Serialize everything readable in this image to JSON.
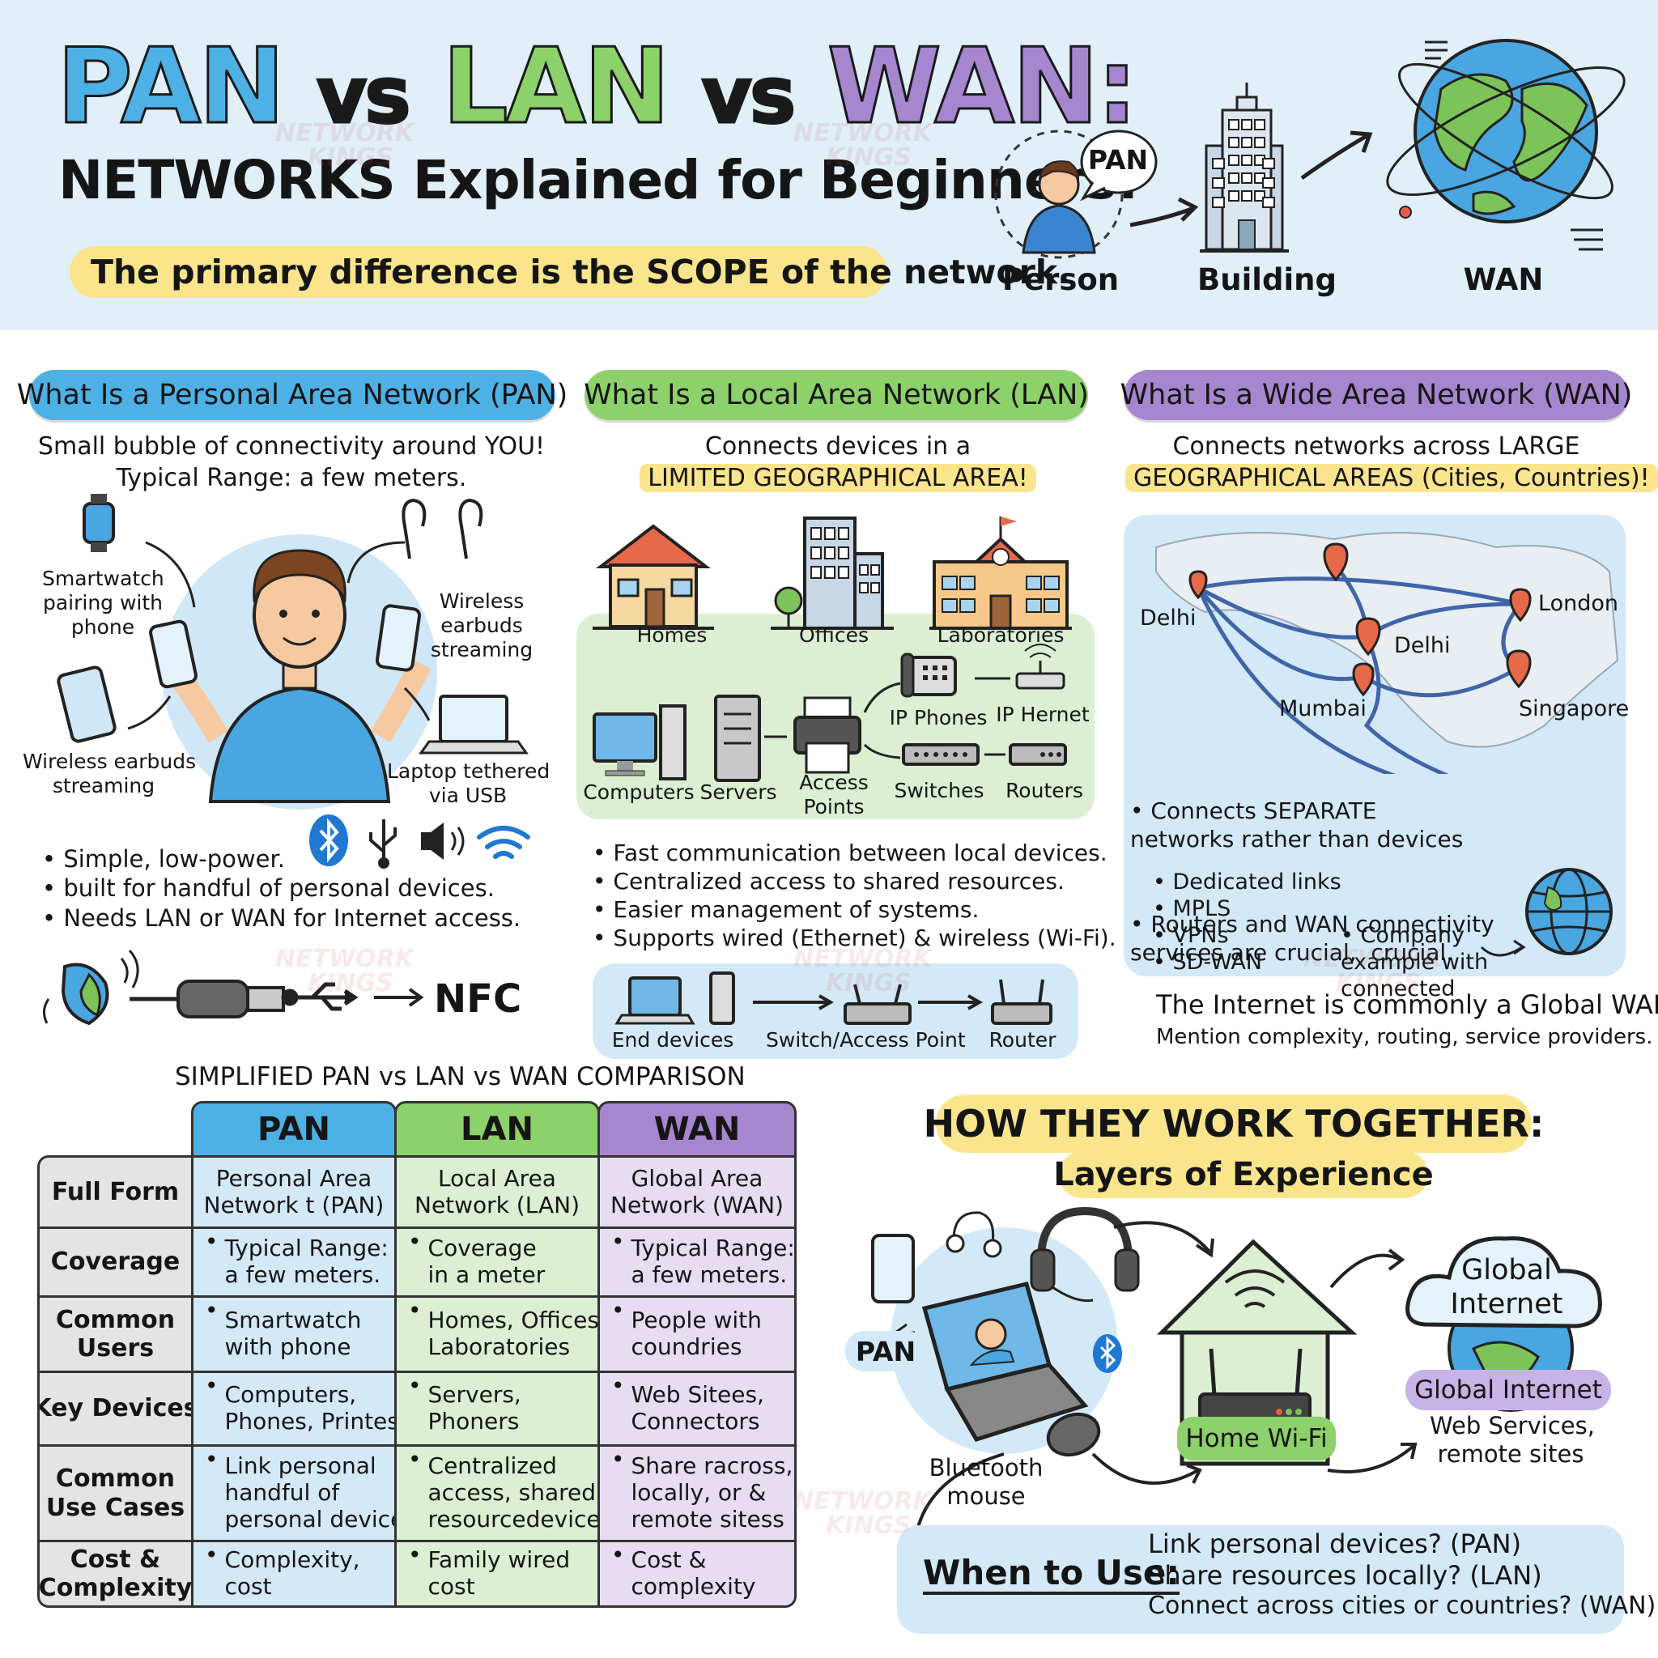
{
  "header": {
    "title_pan": "PAN",
    "title_vs1": "vs",
    "title_lan": "LAN",
    "title_vs2": "vs",
    "title_wan": "WAN:",
    "subtitle": "NETWORKS Explained for Beginners!",
    "tagline": "The primary difference is the SCOPE of the network.",
    "pan_bubble": "PAN",
    "label_person": "Person",
    "label_building": "Building",
    "label_wan": "WAN"
  },
  "pan": {
    "heading": "What Is a Personal Area Network (PAN)",
    "desc1": "Small bubble of connectivity around YOU!",
    "desc2": "Typical Range: a few meters.",
    "label_smartwatch": "Smartwatch\npairing with\nphone",
    "label_earbuds": "Wireless\nearbuds\nstreaming",
    "label_tablet": "Wireless earbuds\nstreaming",
    "label_laptop": "Laptop tethered\nvia USB",
    "bullets": [
      "Simple, low-power.",
      "built for handful of personal devices.",
      "Needs LAN or WAN for Internet access."
    ],
    "nfc": "NFC"
  },
  "lan": {
    "heading": "What Is a Local Area Network (LAN)",
    "desc1": "Connects devices in a",
    "desc2": "LIMITED GEOGRAPHICAL AREA!",
    "label_homes": "Homes",
    "label_offices": "Offices",
    "label_labs": "Laboratories",
    "label_computers": "Computers",
    "label_servers": "Servers",
    "label_ap": "Access\nPoints",
    "label_ipphones": "IP Phones",
    "label_iphernet": "IP Hernet",
    "label_switches": "Switches",
    "label_routers": "Routers",
    "bullets": [
      "Fast communication between local devices.",
      "Centralized access to shared resources.",
      "Easier management of systems.",
      "Supports wired (Ethernet) & wireless (Wi-Fi)."
    ],
    "flow_end": "End devices",
    "flow_switch": "Switch/Access Point",
    "flow_router": "Router"
  },
  "wan": {
    "heading": "What Is a Wide Area Network (WAN)",
    "desc1": "Connects networks across LARGE",
    "desc2": "GEOGRAPHICAL AREAS (Cities, Countries)!",
    "city_delhi_w": "Delhi",
    "city_delhi": "Delhi",
    "city_london": "London",
    "city_mumbai": "Mumbai",
    "city_singapore": "Singapore",
    "bullets": [
      "Connects SEPARATE\nnetworks rather than devices",
      "Routers and WAN connectivity\nservices are crucial,  crucial."
    ],
    "links": [
      "Dedicated links",
      "MPLS",
      "VPNs",
      "SD-WAN"
    ],
    "company": "Company\nexample with\nconnected",
    "note1": "The Internet is commonly a Global WAN!",
    "note2": "Mention complexity, routing, service providers."
  },
  "table": {
    "title": "SIMPLIFIED PAN vs LAN vs WAN COMPARISON",
    "cols": [
      "PAN",
      "LAN",
      "WAN"
    ],
    "rows": [
      {
        "label": "Full Form",
        "cells": [
          "Personal Area\nNetwork t (PAN)",
          "Local Area\nNetwork (LAN)",
          "Global Area\nNetwork (WAN)"
        ]
      },
      {
        "label": "Coverage",
        "cells": [
          "Typical Range:\na few meters.",
          "Coverage\nin a meter",
          "Typical Range:\na few meters."
        ]
      },
      {
        "label": "Common\nUsers",
        "cells": [
          "Smartwatch\nwith phone",
          "Homes, Offices,\nLaboratories",
          "People with\ncoundries"
        ]
      },
      {
        "label": "Key Devices",
        "cells": [
          "Computers,\nPhones, Printes",
          "Servers,\nPhoners",
          "Web Sitees,\nConnectors"
        ]
      },
      {
        "label": "Common\nUse Cases",
        "cells": [
          "Link personal\nhandful of\npersonal devices",
          "Centralized\naccess, shared\nresourcedevices",
          "Share racross,\nlocally, or &\nremote sitess"
        ]
      },
      {
        "label": "Cost &\nComplexity",
        "cells": [
          "Complexity,\ncost",
          "Family wired\ncost",
          "Cost &\ncomplexity"
        ]
      }
    ]
  },
  "together": {
    "title1": "HOW THEY WORK TOGETHER:",
    "title2": "Layers of Experience",
    "pan_label": "PAN",
    "mouse_label": "Bluetooth\nmouse",
    "home_label": "Home Wi-Fi",
    "cloud_label": "Global\nInternet",
    "global_pill": "Global Internet",
    "global_desc": "Web Services,\nremote sites",
    "when_label": "When to Use:",
    "when_lines": [
      "Link personal devices? (PAN)",
      "Share resources locally? (LAN)",
      "Connect across cities or countries? (WAN)"
    ]
  },
  "watermark": {
    "line1": "NETWORK",
    "line2": "KINGS"
  },
  "colors": {
    "pan": "#4db1e6",
    "lan": "#8cd16a",
    "wan": "#a586cf",
    "header_bg": "#e1eff9",
    "highlight": "#fbe58c"
  }
}
